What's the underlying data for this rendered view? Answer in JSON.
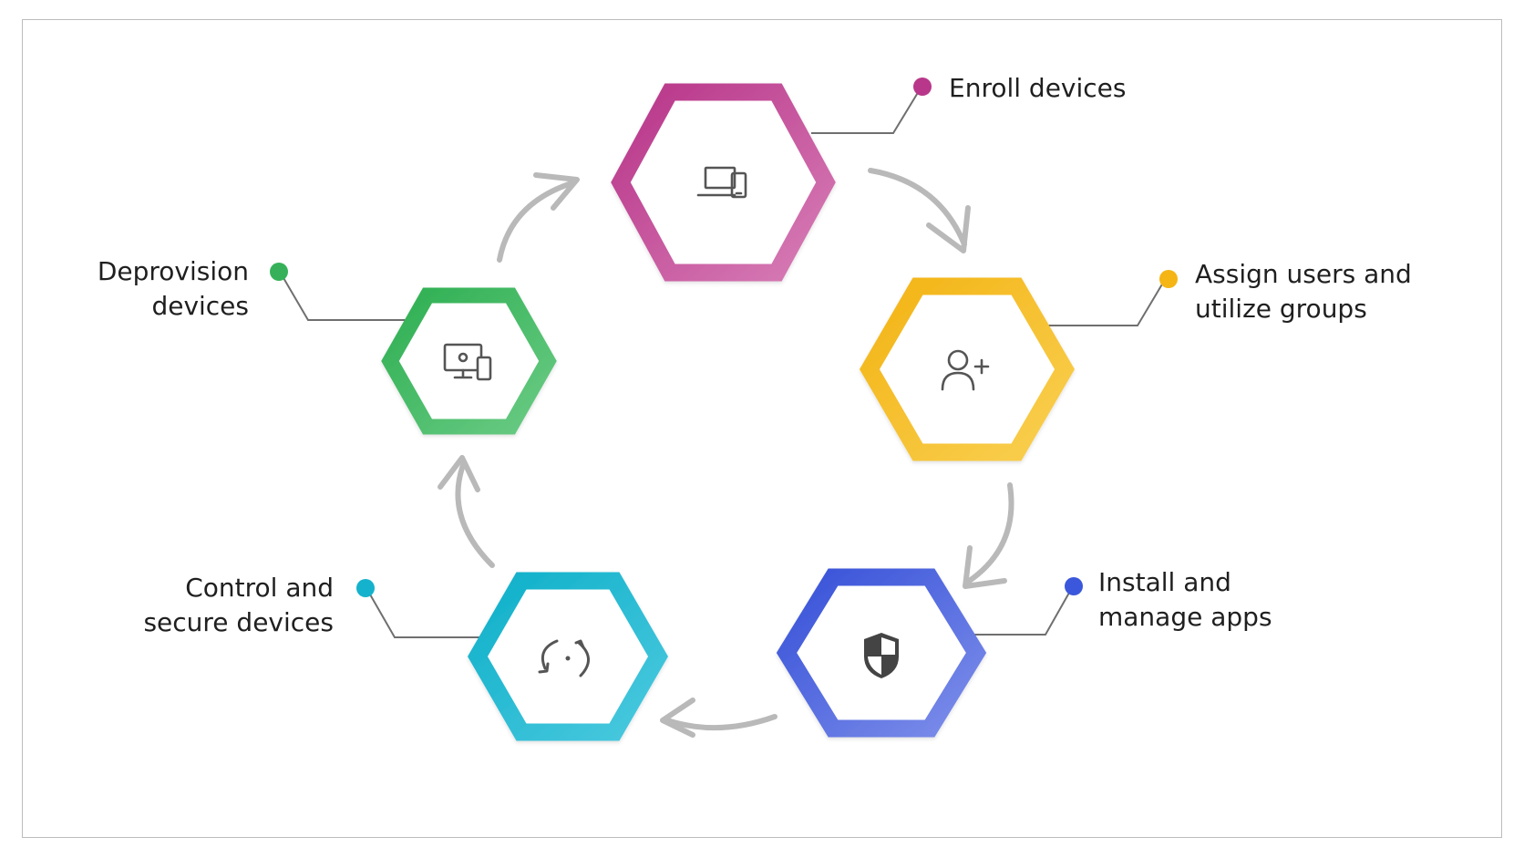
{
  "steps": [
    {
      "id": "enroll",
      "lines": [
        "Enroll devices"
      ],
      "color": "#c04a97",
      "icon": "laptop-phone-icon"
    },
    {
      "id": "assign",
      "lines": [
        "Assign users and",
        "utilize groups"
      ],
      "color": "#f6bd26",
      "icon": "add-user-icon"
    },
    {
      "id": "install",
      "lines": [
        "Install and",
        "manage apps"
      ],
      "color": "#4a63dc",
      "icon": "shield-icon"
    },
    {
      "id": "control",
      "lines": [
        "Control and",
        "secure devices"
      ],
      "color": "#1bb7d1",
      "icon": "sync-icon"
    },
    {
      "id": "deprovision",
      "lines": [
        "Deprovision",
        "devices"
      ],
      "color": "#3db65e",
      "icon": "monitor-phone-icon"
    }
  ],
  "colors": {
    "arrow": "#b9b9b9",
    "connector": "#6f6f6f",
    "icon": "#555555",
    "text": "#1f1f1f"
  }
}
